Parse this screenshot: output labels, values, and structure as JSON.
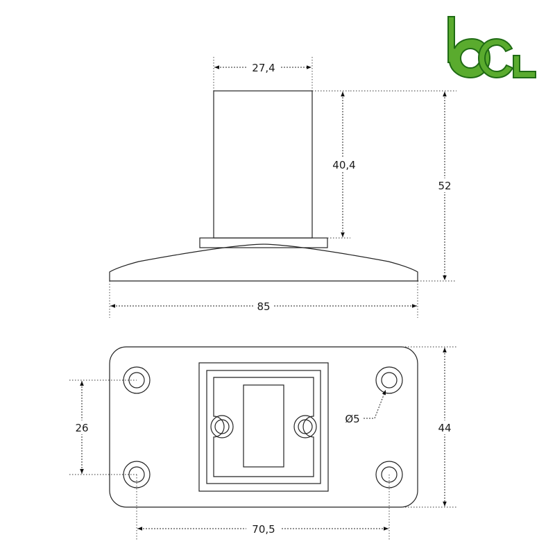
{
  "logo": {
    "text": "bcl",
    "color": "#5aab2e",
    "outline": "#1f6b14"
  },
  "side_view": {
    "dims": {
      "post_width": "27,4",
      "post_height": "40,4",
      "total_height": "52",
      "base_width": "85"
    }
  },
  "top_view": {
    "dims": {
      "hole_spacing_vertical": "26",
      "plate_height": "44",
      "hole_diameter": "Ø5",
      "hole_spacing_horizontal": "70,5"
    }
  }
}
